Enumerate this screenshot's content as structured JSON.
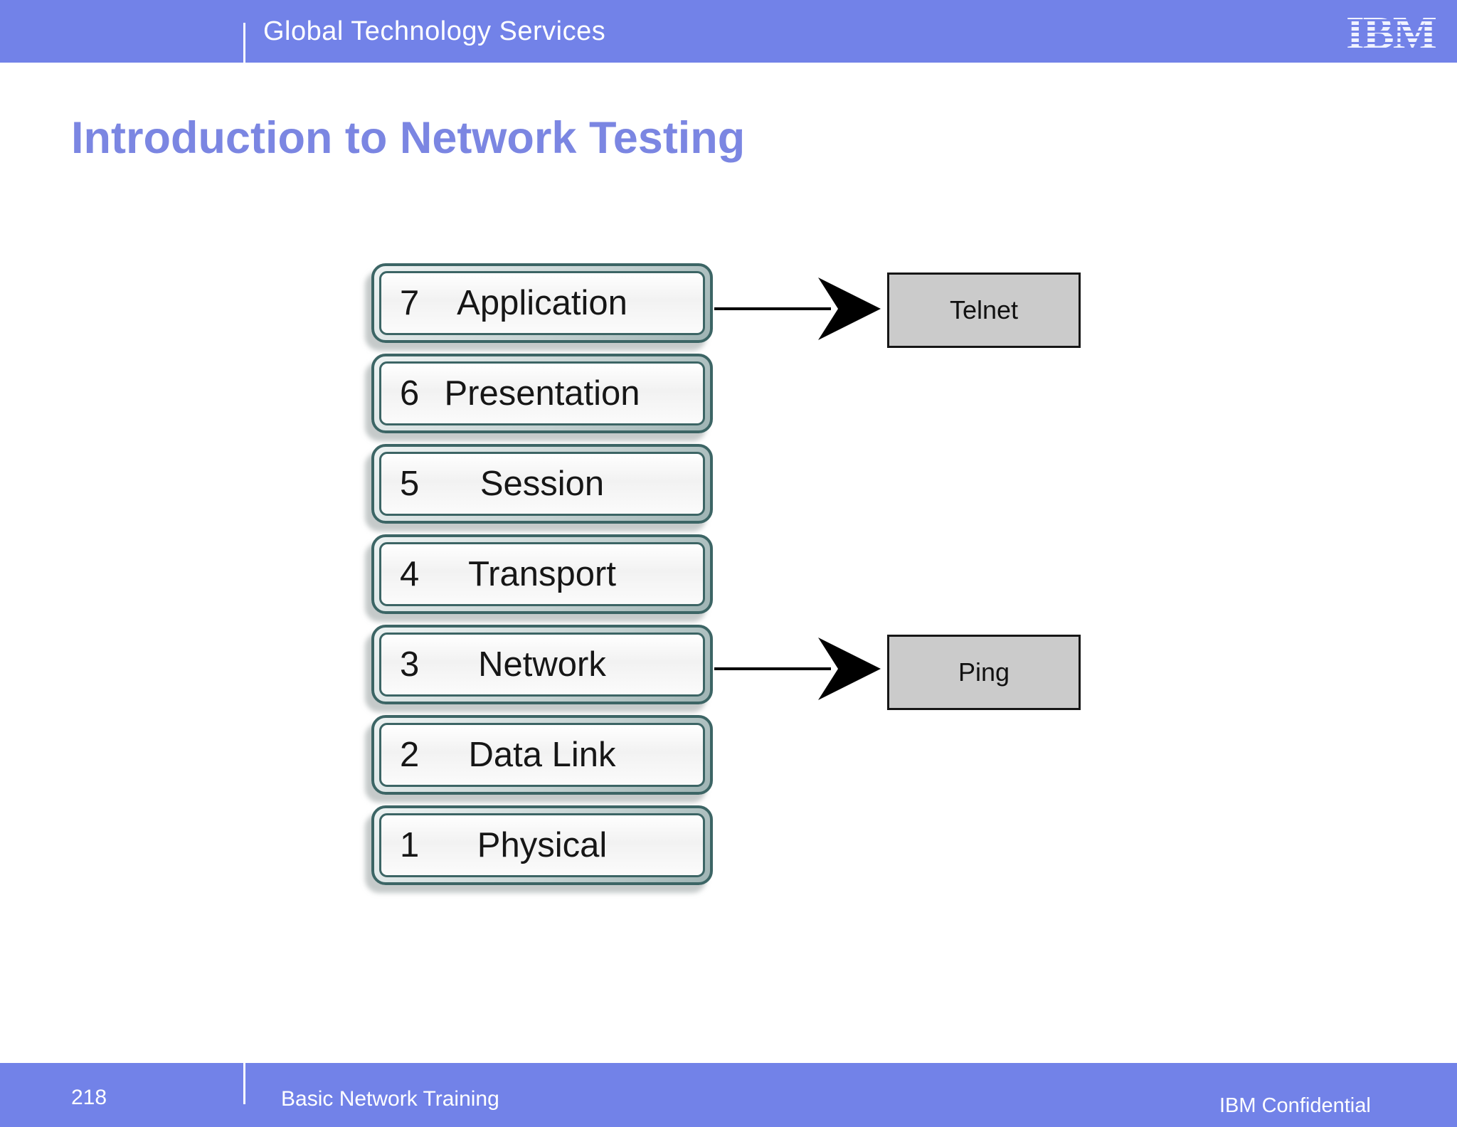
{
  "header": {
    "brand": "Global Technology Services",
    "logo_text": "IBM"
  },
  "title": "Introduction to Network Testing",
  "diagram": {
    "layers": [
      {
        "number": "7",
        "name": "Application"
      },
      {
        "number": "6",
        "name": "Presentation"
      },
      {
        "number": "5",
        "name": "Session"
      },
      {
        "number": "4",
        "name": "Transport"
      },
      {
        "number": "3",
        "name": "Network"
      },
      {
        "number": "2",
        "name": "Data Link"
      },
      {
        "number": "1",
        "name": "Physical"
      }
    ],
    "tools": [
      {
        "label": "Telnet",
        "from_layer": "7 Application"
      },
      {
        "label": "Ping",
        "from_layer": "3 Network"
      }
    ]
  },
  "footer": {
    "page_number": "218",
    "course": "Basic Network Training",
    "confidential": "IBM Confidential"
  },
  "colors": {
    "bar_blue": "#7282e8",
    "title_blue": "#7b86e2",
    "layer_border_teal": "#3c6565",
    "tool_fill_gray": "#cbcbcb",
    "arrow_black": "#000000"
  }
}
